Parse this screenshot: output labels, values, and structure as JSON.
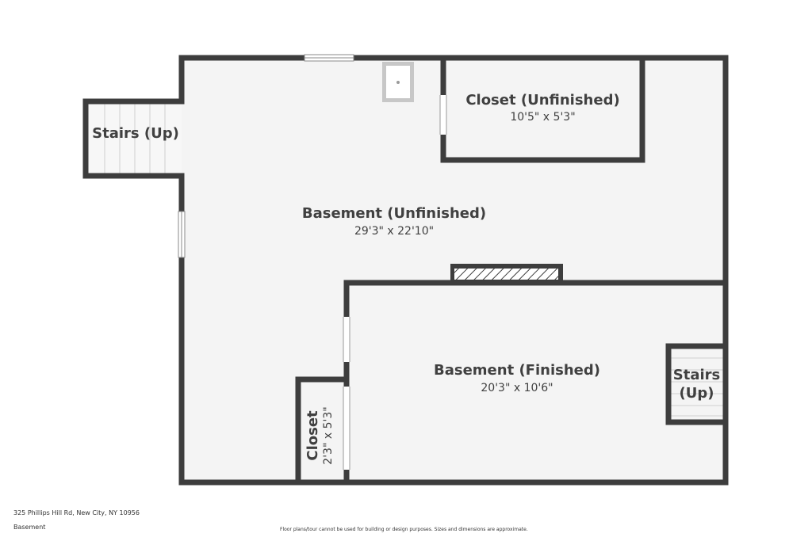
{
  "rooms": {
    "stairs_left": {
      "name": "Stairs (Up)"
    },
    "closet_top": {
      "name": "Closet (Unfinished)",
      "dims": "10'5\" x 5'3\""
    },
    "basement_unfinished": {
      "name": "Basement (Unfinished)",
      "dims": "29'3\" x 22'10\""
    },
    "basement_finished": {
      "name": "Basement (Finished)",
      "dims": "20'3\" x 10'6\""
    },
    "stairs_right": {
      "name_line1": "Stairs",
      "name_line2": "(Up)"
    },
    "closet_small": {
      "name": "Closet",
      "dims": "2'3\" x 5'3\""
    }
  },
  "footer": {
    "address": "325 Phillips Hill Rd, New City, NY 10956",
    "floor": "Basement",
    "disclaimer": "Floor plans/tour cannot be used for building or design purposes. Sizes and dimensions are approximate."
  },
  "colors": {
    "wall": "#3d3d3d",
    "floor": "#f3f3f3",
    "background": "#ffffff"
  }
}
